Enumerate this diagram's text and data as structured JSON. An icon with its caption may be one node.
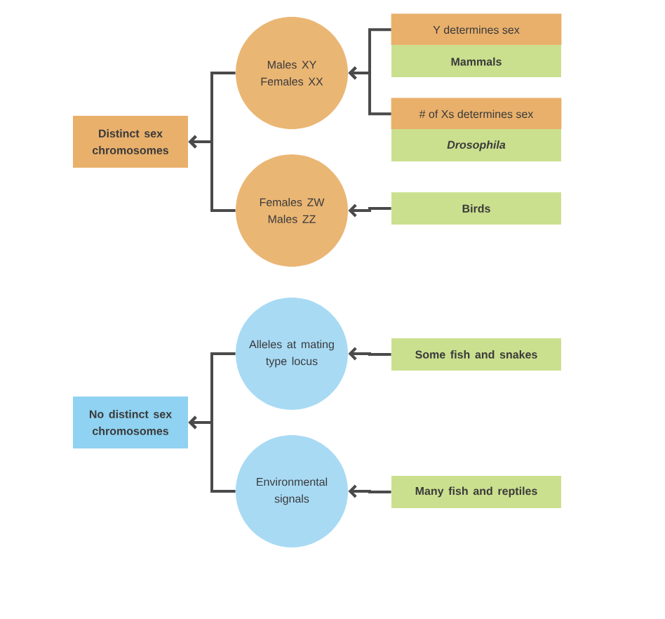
{
  "diagram": {
    "nodes": [
      {
        "text": [
          "Distinct sex chromosomes"
        ]
      },
      {
        "text": [
          "Males XY Females XX"
        ]
      },
      {
        "text": [
          "Females ZW Males ZZ"
        ]
      },
      {
        "text": [
          "Y determines sex",
          "Mammals"
        ]
      },
      {
        "text": [
          "# of Xs determines sex",
          "Drosophila"
        ]
      },
      {
        "text": [
          "Birds"
        ]
      },
      {
        "text": [
          "No distinct sex chromosomes"
        ]
      },
      {
        "text": [
          "Alleles at mating type locus"
        ]
      },
      {
        "text": [
          "Environmental signals"
        ]
      },
      {
        "text": [
          "Some fish and snakes"
        ]
      },
      {
        "text": [
          "Many fish and reptiles"
        ]
      }
    ],
    "edges": [
      {
        "from": 1,
        "to": 0,
        "arrow": "to"
      },
      {
        "from": 2,
        "to": 0,
        "arrow": "to"
      },
      {
        "from": 3,
        "to": 1,
        "arrow": "to"
      },
      {
        "from": 4,
        "to": 1,
        "arrow": "to"
      },
      {
        "from": 5,
        "to": 2,
        "arrow": "to"
      },
      {
        "from": 7,
        "to": 6,
        "arrow": "to"
      },
      {
        "from": 8,
        "to": 6,
        "arrow": "to"
      },
      {
        "from": 9,
        "to": 7,
        "arrow": "to"
      },
      {
        "from": 10,
        "to": 8,
        "arrow": "to"
      }
    ]
  }
}
